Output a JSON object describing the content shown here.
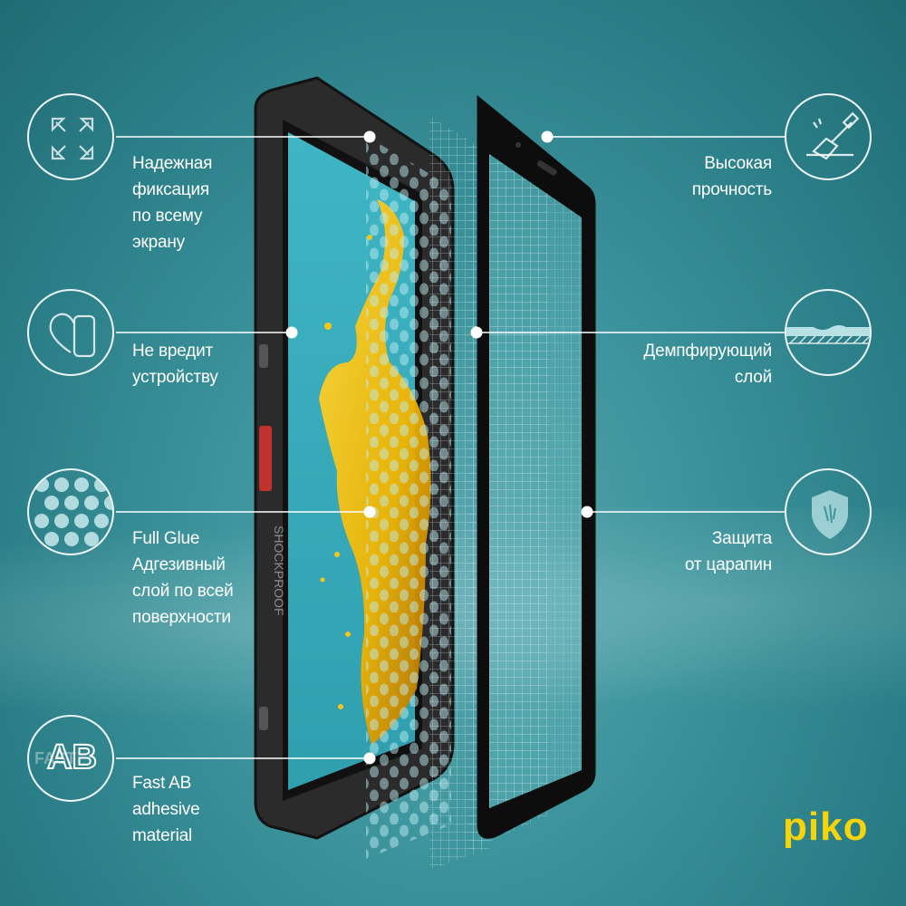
{
  "brand": {
    "logo_text": "piko",
    "logo_color": "#f5d40a"
  },
  "colors": {
    "background": "#3e959d",
    "line": "#ffffff",
    "splash": "#f3c21a",
    "phone_body": "#2a2a2a"
  },
  "device": {
    "side_text": "SHOCKPROOF"
  },
  "features_left": [
    {
      "icon": "expand-arrows-icon",
      "text": "Надежная\nфиксация\nпо всему\nэкрану"
    },
    {
      "icon": "heart-phone-icon",
      "text": "Не вредит\nустройству"
    },
    {
      "icon": "dots-pattern-icon",
      "text": "Full Glue\nАдгезивный\nслой по всей\nповерхности"
    },
    {
      "icon": "fast-ab-icon",
      "icon_text": "AB",
      "icon_subtext": "FAST",
      "text": "Fast AB\nadhesive\nmaterial"
    }
  ],
  "features_right": [
    {
      "icon": "hammer-glass-icon",
      "text": "Высокая\nпрочность"
    },
    {
      "icon": "damping-layer-icon",
      "text": "Демпфирующий\nслой"
    },
    {
      "icon": "shield-icon",
      "text": "Защита\nот царапин"
    }
  ]
}
